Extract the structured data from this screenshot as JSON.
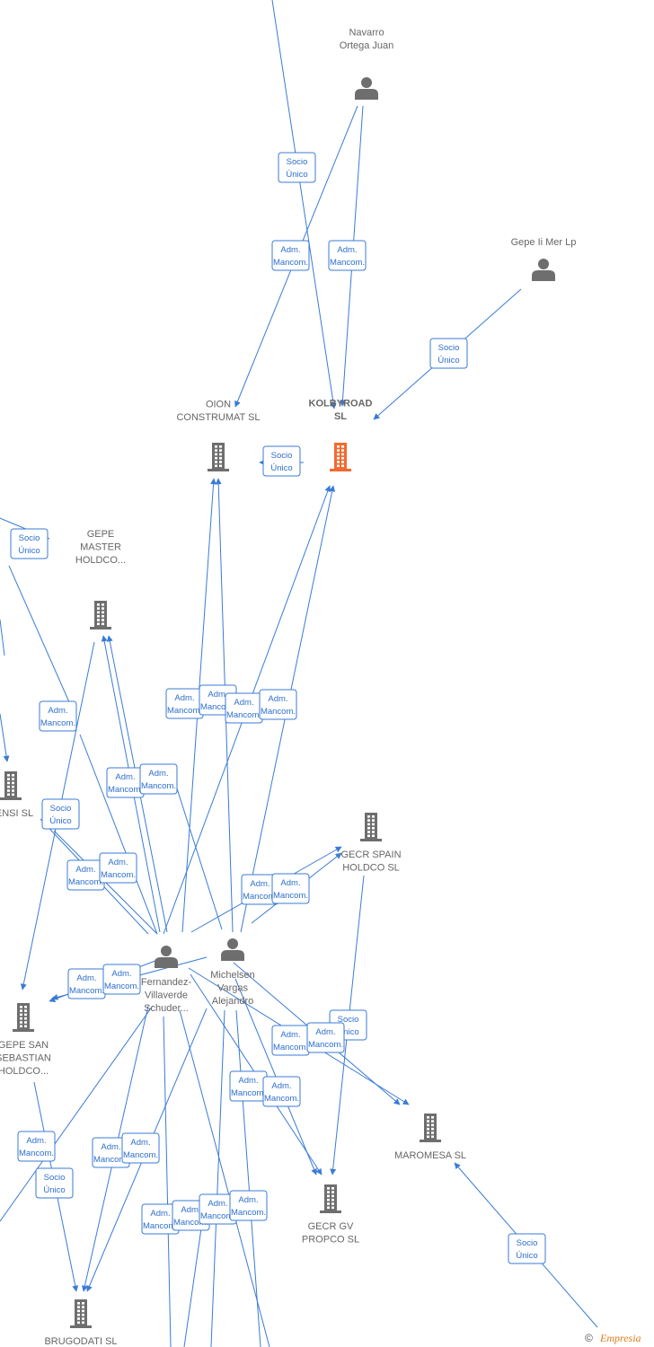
{
  "colors": {
    "edge": "#3a7bd5",
    "node": "#6e6e6e",
    "focus": "#f26a2e"
  },
  "footer": {
    "symbol": "©",
    "brand": "Empresia"
  },
  "nodes": [
    {
      "id": "navarro",
      "kind": "person-icon",
      "name": [
        "Navarro",
        "Ortega Juan"
      ]
    },
    {
      "id": "gepe_li",
      "kind": "person-icon",
      "name": [
        "Gepe Ii Mer Lp"
      ]
    },
    {
      "id": "kolbyroad",
      "kind": "building-icon",
      "focus": true,
      "name": [
        "KOLBYROAD",
        "SL"
      ]
    },
    {
      "id": "oion",
      "kind": "building-icon",
      "name": [
        "OION",
        "CONSTRUMAT SL"
      ]
    },
    {
      "id": "gepe_master",
      "kind": "building-icon",
      "name": [
        "GEPE",
        "MASTER",
        "HOLDCO..."
      ]
    },
    {
      "id": "rensi",
      "kind": "building-icon",
      "name": [
        "RENSI  SL"
      ]
    },
    {
      "id": "gecr_spain",
      "kind": "building-icon",
      "name": [
        "GECR SPAIN",
        "HOLDCO  SL"
      ]
    },
    {
      "id": "fernandez",
      "kind": "person-icon",
      "name": [
        "Fernandez-",
        "Villaverde",
        "Schuder..."
      ]
    },
    {
      "id": "michelsen",
      "kind": "person-icon",
      "name": [
        "Michelsen",
        "Vargas",
        "Alejandro"
      ]
    },
    {
      "id": "gepe_san",
      "kind": "building-icon",
      "name": [
        "GEPE SAN",
        "SEBASTIAN",
        "HOLDCO..."
      ]
    },
    {
      "id": "maromesa",
      "kind": "building-icon",
      "name": [
        "MAROMESA  SL"
      ]
    },
    {
      "id": "gecr_gv",
      "kind": "building-icon",
      "name": [
        "GECR GV",
        "PROPCO  SL"
      ]
    },
    {
      "id": "brugodati",
      "kind": "building-icon",
      "name": [
        "BRUGODATI  SL"
      ]
    }
  ],
  "labels": [
    {
      "lines": [
        "Socio",
        "Único"
      ]
    },
    {
      "lines": [
        "Adm.",
        "Mancom."
      ]
    },
    {
      "lines": [
        "Adm.",
        "Mancom."
      ]
    },
    {
      "lines": [
        "Socio",
        "Único"
      ]
    },
    {
      "lines": [
        "Socio",
        "Único"
      ]
    },
    {
      "lines": [
        "Socio",
        "Único"
      ]
    },
    {
      "lines": [
        "Adm.",
        "Mancom."
      ]
    },
    {
      "lines": [
        "Adm.",
        "Mancom."
      ]
    },
    {
      "lines": [
        "Adm.",
        "Mancom."
      ]
    },
    {
      "lines": [
        "Adm.",
        "Mancom."
      ]
    },
    {
      "lines": [
        "Adm.",
        "Mancom."
      ]
    },
    {
      "lines": [
        "Adm.",
        "Mancom."
      ]
    },
    {
      "lines": [
        "Adm.",
        "Mancom."
      ]
    },
    {
      "lines": [
        "Socio",
        "Único"
      ]
    },
    {
      "lines": [
        "Adm.",
        "Mancom."
      ]
    },
    {
      "lines": [
        "Adm.",
        "Mancom."
      ]
    },
    {
      "lines": [
        "Adm.",
        "Mancom."
      ]
    },
    {
      "lines": [
        "Adm.",
        "Mancom."
      ]
    },
    {
      "lines": [
        "Adm.",
        "Mancom."
      ]
    },
    {
      "lines": [
        "Adm.",
        "Mancom."
      ]
    },
    {
      "lines": [
        "Socio",
        "Único"
      ]
    },
    {
      "lines": [
        "Adm.",
        "Mancom."
      ]
    },
    {
      "lines": [
        "Adm.",
        "Mancom."
      ]
    },
    {
      "lines": [
        "Adm.",
        "Mancom."
      ]
    },
    {
      "lines": [
        "Adm.",
        "Mancom."
      ]
    },
    {
      "lines": [
        "Adm.",
        "Mancom."
      ]
    },
    {
      "lines": [
        "Socio",
        "Único"
      ]
    },
    {
      "lines": [
        "Adm.",
        "Mancom."
      ]
    },
    {
      "lines": [
        "Adm.",
        "Mancom."
      ]
    },
    {
      "lines": [
        "Adm.",
        "Mancom."
      ]
    },
    {
      "lines": [
        "Adm.",
        "Mancom."
      ]
    },
    {
      "lines": [
        "Adm.",
        "Mancom."
      ]
    },
    {
      "lines": [
        "Adm.",
        "Mancom."
      ]
    },
    {
      "lines": [
        "Socio",
        "Único"
      ]
    }
  ]
}
